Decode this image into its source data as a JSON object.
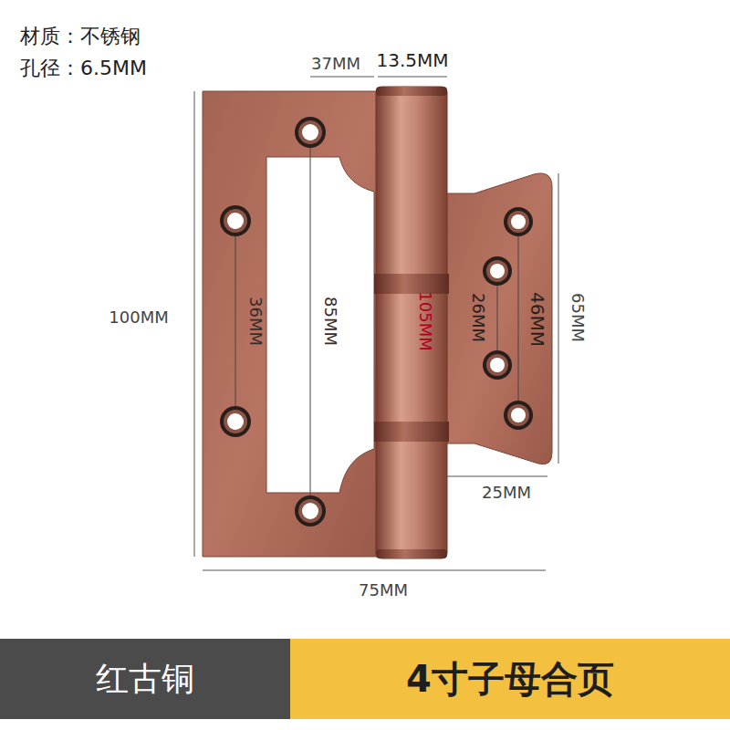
{
  "diagram": {
    "nodes": [
      {
        "text": [
          "红古铜"
        ]
      },
      {
        "text": [
          "4寸子母合页"
        ]
      }
    ],
    "labels": [
      "材质：不锈钢",
      "孔径：6.5MM",
      "37MM",
      "13.5MM",
      "100MM",
      "36MM",
      "85MM",
      "105MM",
      "26MM",
      "46MM",
      "65MM",
      "25MM",
      "75MM"
    ]
  }
}
